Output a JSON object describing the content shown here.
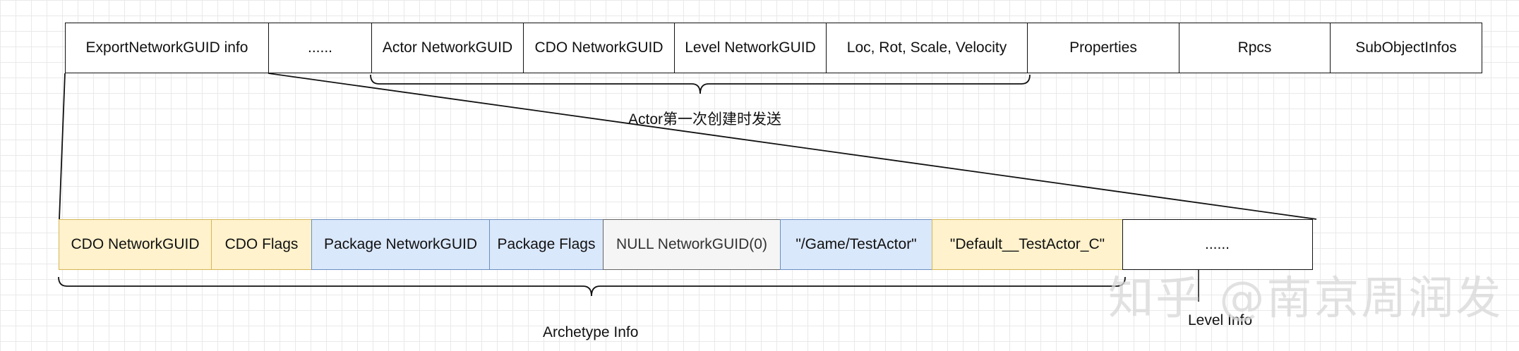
{
  "top_row": [
    {
      "name": "export-networkguid-info-cell",
      "label": "ExportNetworkGUID info",
      "width": 289
    },
    {
      "name": "ellipsis-cell",
      "label": "......",
      "width": 148
    },
    {
      "name": "actor-networkguid-cell",
      "label": "Actor NetworkGUID",
      "width": 216
    },
    {
      "name": "cdo-networkguid-cell",
      "label": "CDO NetworkGUID",
      "width": 216
    },
    {
      "name": "level-networkguid-cell",
      "label": "Level NetworkGUID",
      "width": 216
    },
    {
      "name": "loc-rot-scale-velocity-cell",
      "label": "Loc, Rot, Scale, Velocity",
      "width": 287
    },
    {
      "name": "properties-cell",
      "label": "Properties",
      "width": 216
    },
    {
      "name": "rpcs-cell",
      "label": "Rpcs",
      "width": 216
    },
    {
      "name": "subobjectinfos-cell",
      "label": "SubObjectInfos",
      "width": 216
    }
  ],
  "bottom_row": [
    {
      "name": "cdo-networkguid-cell",
      "label": "CDO NetworkGUID",
      "width": 217,
      "style": "yellow"
    },
    {
      "name": "cdo-flags-cell",
      "label": "CDO Flags",
      "width": 144,
      "style": "yellow"
    },
    {
      "name": "package-networkguid-cell",
      "label": "Package NetworkGUID",
      "width": 253,
      "style": "blue"
    },
    {
      "name": "package-flags-cell",
      "label": "Package Flags",
      "width": 163,
      "style": "blue"
    },
    {
      "name": "null-networkguid-cell",
      "label": "NULL NetworkGUID(0)",
      "width": 252,
      "style": "gray"
    },
    {
      "name": "game-testactor-path-cell",
      "label": "\"/Game/TestActor\"",
      "width": 217,
      "style": "blue"
    },
    {
      "name": "default-testactor-c-cell",
      "label": "\"Default__TestActor_C\"",
      "width": 271,
      "style": "yellow"
    },
    {
      "name": "ellipsis-cell",
      "label": "......",
      "width": 270,
      "style": "white"
    }
  ],
  "labels": {
    "actor_first_create": "Actor第一次创建时发送",
    "archetype_info": "Archetype Info",
    "level_info": "Level Info"
  },
  "watermark": "知乎 @南京周润发",
  "colors": {
    "yellow_fill": "#fff2cc",
    "yellow_stroke": "#d6b656",
    "blue_fill": "#dae8fc",
    "blue_stroke": "#6c8ebf",
    "gray_fill": "#f5f5f5",
    "gray_stroke": "#666666"
  }
}
